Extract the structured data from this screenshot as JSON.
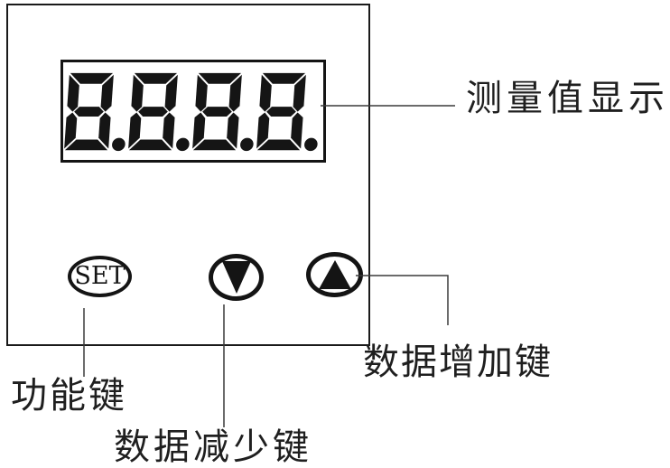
{
  "figure": {
    "display": {
      "value": "8.8.8.8.",
      "annotation": "测量值显示"
    },
    "buttons": {
      "set": {
        "label": "SET",
        "icon": "set-text",
        "annotation": "功能键"
      },
      "decrease": {
        "icon": "triangle-down-icon",
        "annotation": "数据减少键"
      },
      "increase": {
        "icon": "triangle-up-icon",
        "annotation": "数据增加键"
      }
    },
    "colors": {
      "ink": "#141414",
      "segment": "#151515",
      "leader_line": "#3a3a3a",
      "background": "#ffffff"
    }
  }
}
